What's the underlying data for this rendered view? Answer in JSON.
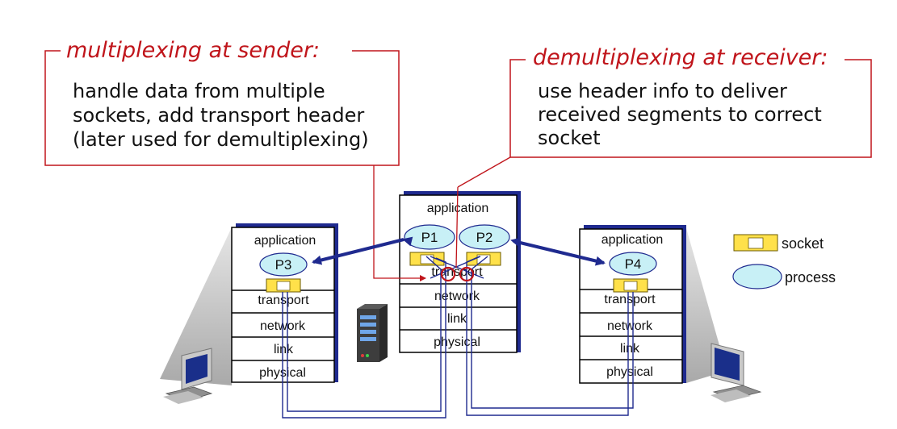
{
  "callouts": {
    "sender": {
      "title": "multiplexing at sender:",
      "lines": [
        "handle data from multiple",
        "sockets, add transport header",
        "(later used for demultiplexing)"
      ]
    },
    "receiver": {
      "title": "demultiplexing at receiver:",
      "lines": [
        "use header info to deliver",
        "received segments to correct",
        "socket"
      ]
    }
  },
  "hosts": {
    "left": {
      "layers": {
        "application": "application",
        "transport": "transport",
        "network": "network",
        "link": "link",
        "physical": "physical"
      },
      "process": "P3"
    },
    "middle": {
      "layers": {
        "application": "application",
        "transport": "transport",
        "network": "network",
        "link": "link",
        "physical": "physical"
      },
      "process1": "P1",
      "process2": "P2"
    },
    "right": {
      "layers": {
        "application": "application",
        "transport": "transport",
        "network": "network",
        "link": "link",
        "physical": "physical"
      },
      "process": "P4"
    }
  },
  "legend": {
    "socket": "socket",
    "process": "process"
  },
  "colors": {
    "accent_red": "#c0151b",
    "path_blue": "#1f2a8f",
    "socket_yellow": "#ffe14a",
    "process_fill": "#c8f0f6",
    "host_shadow": "#1f2a8f"
  }
}
